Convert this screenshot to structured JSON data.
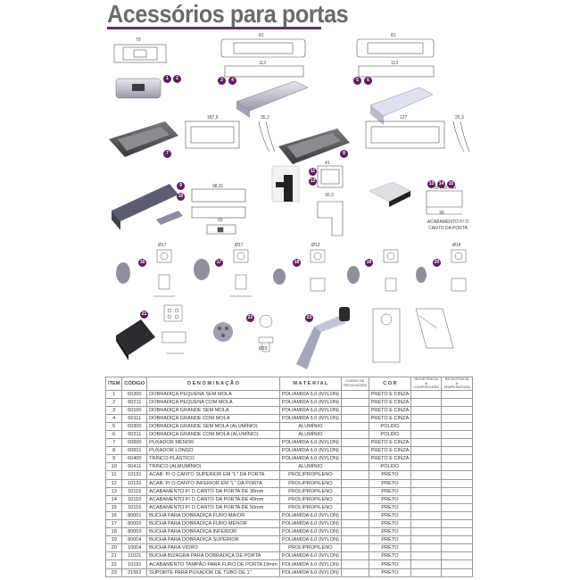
{
  "title": "Acessórios para portas",
  "badges": [
    "1",
    "2",
    "3",
    "4",
    "5",
    "6",
    "7",
    "8",
    "9",
    "10",
    "11",
    "12",
    "13",
    "14",
    "15",
    "16",
    "17",
    "18",
    "19",
    "20",
    "21",
    "22",
    "23"
  ],
  "dims": {
    "d1": "79",
    "d2": "81",
    "d3": "113",
    "d4": "81",
    "d5": "113",
    "d6": "187,6",
    "d7": "35,2",
    "d8": "127",
    "d9": "25,3",
    "d10": "98,11",
    "d11": "93",
    "d12": "41",
    "d13": "30,3",
    "d14": "Ø17",
    "d15": "Ø17",
    "d16": "Ø13",
    "d17": "Ø14",
    "d18": "Ø19",
    "d19": "30 / 40 / 50",
    "d20": "39"
  },
  "caption_13": "ACABAMENTO P/ O CANTO DA PORTA",
  "table": {
    "headers": {
      "item": "ÍTEM",
      "codigo": "CÓDIGO",
      "denominacao": "D E N O M I N A Ç Ã O",
      "material": "M A T E R I A L",
      "curso": "CURSO DE REGULAGEM",
      "cor": "C O R",
      "compressao": "RESISTÊNCIA À COMPRESSÃO",
      "temperatura": "RESISTÊNCIA À TEMPERATURA"
    },
    "rows": [
      [
        "1",
        "60200",
        "DOBRADIÇA PEQUENA SEM MOLA",
        "POLIAMIDA 6,0 (NYLON)",
        "",
        "PRETO E CINZA"
      ],
      [
        "2",
        "60211",
        "DOBRADIÇA PEQUENA COM MOLA",
        "POLIAMIDA 6,0 (NYLON)",
        "",
        "PRETO E CINZA"
      ],
      [
        "3",
        "60100",
        "DOBRADIÇA GRANDE SEM MOLA",
        "POLIAMIDA 6,0 (NYLON)",
        "",
        "PRETO E CINZA"
      ],
      [
        "4",
        "60111",
        "DOBRADIÇA GRANDE COM MOLA",
        "POLIAMIDA 6,0 (NYLON)",
        "",
        "PRETO E CINZA"
      ],
      [
        "5",
        "60300",
        "DOBRADIÇA GRANDE SEM MOLA (ALUMÍNIO)",
        "ALUMÍNIO",
        "",
        "POLIDO"
      ],
      [
        "6",
        "60311",
        "DOBRADIÇA GRANDE COM MOLA (ALUMÍNIO)",
        "ALUMÍNIO",
        "",
        "POLIDO"
      ],
      [
        "7",
        "60600",
        "PUXADOR MENOR",
        "POLIAMIDA 6,0 (NYLON)",
        "",
        "PRETO E CINZA"
      ],
      [
        "8",
        "60601",
        "PUXADOR LONGO",
        "POLIAMIDA 6,0 (NYLON)",
        "",
        "PRETO E CINZA"
      ],
      [
        "9",
        "60400",
        "TRINCO PLÁSTICO",
        "POLIAMIDA 6,0 (NYLON)",
        "",
        "PRETO E CINZA"
      ],
      [
        "10",
        "60411",
        "TRINCO (ALMUMÍNIO)",
        "ALUMÍNIO",
        "",
        "POLIDO"
      ],
      [
        "11",
        "10131",
        "ACAB. P/ O CANTO SUPERIOR EM \"L\" DA PORTA",
        "PROLIPROPILENO",
        "",
        "PRETO"
      ],
      [
        "12",
        "10132",
        "ACAB. P/ O CANTO INFERIOR EM \"L\" DA PORTA",
        "PROLIPROPILENO",
        "",
        "PRETO"
      ],
      [
        "13",
        "10115",
        "ACABAMENTO P/ O CANTO DA PORTA DE 30mm",
        "PROLIPROPILENO",
        "",
        "PRETO"
      ],
      [
        "14",
        "10110",
        "ACABAMENTO P/ O CANTO DA PORTA DE 40mm",
        "PROLIPROPILENO",
        "",
        "PRETO"
      ],
      [
        "15",
        "10116",
        "ACABAMENTO P/ O CANTO DA PORTA DE 50mm",
        "PROLIPROPILENO",
        "",
        "PRETO"
      ],
      [
        "16",
        "80001",
        "BUCHA PARA DOBRADIÇA FURO MAIOR",
        "POLIAMIDA 6,0 (NYLON)",
        "",
        "PRETO"
      ],
      [
        "17",
        "80002",
        "BUCHA PARA DOBRADIÇA FURO MENOR",
        "POLIAMIDA 6,0 (NYLON)",
        "",
        "PRETO"
      ],
      [
        "18",
        "80003",
        "BUCHA PARA DOBRADIÇA INFERIOR",
        "POLIAMIDA 6,0 (NYLON)",
        "",
        "PRETO"
      ],
      [
        "19",
        "80004",
        "BUCHA PARA DOBRADIÇA SUPERIOR",
        "POLIAMIDA 6,0 (NYLON)",
        "",
        "PRETO"
      ],
      [
        "20",
        "10004",
        "BUCHA PARA VIDRO",
        "PROLIPROPILENO",
        "",
        "PRETO"
      ],
      [
        "21",
        "11021",
        "BUCHA BIZAGRA PARA DOBRADIÇA DE PORTA",
        "POLIAMIDA 6,0 (NYLON)",
        "",
        "PRETO"
      ],
      [
        "22",
        "10191",
        "ACABAMENTO TAMPÃO PARA FURO DE PORTA 19mm",
        "POLIAMIDA 6,0 (NYLON)",
        "",
        "PRETO"
      ],
      [
        "23",
        "21562",
        "SUPORTE PARA PUXADOR DE TUBO DE 1\"",
        "POLIAMIDA 6,0 (NYLON)",
        "",
        "PRETO"
      ]
    ]
  }
}
